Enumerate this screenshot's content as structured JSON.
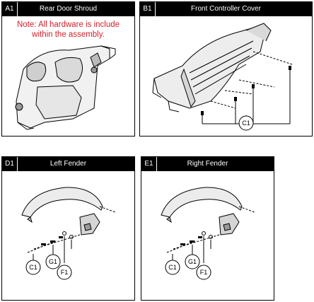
{
  "panels": {
    "a1": {
      "id": "A1",
      "title": "Rear Door Shroud",
      "note_line1": "Note: All hardware is include",
      "note_line2": "within the assembly."
    },
    "b1": {
      "id": "B1",
      "title": "Front Controller Cover",
      "callouts": [
        "C1"
      ]
    },
    "d1": {
      "id": "D1",
      "title": "Left Fender",
      "callouts": [
        "C1",
        "G1",
        "F1"
      ]
    },
    "e1": {
      "id": "E1",
      "title": "Right Fender",
      "callouts": [
        "C1",
        "G1",
        "F1"
      ]
    }
  },
  "colors": {
    "note": "#d21f2a",
    "header": "#000000",
    "line": "#000000"
  }
}
